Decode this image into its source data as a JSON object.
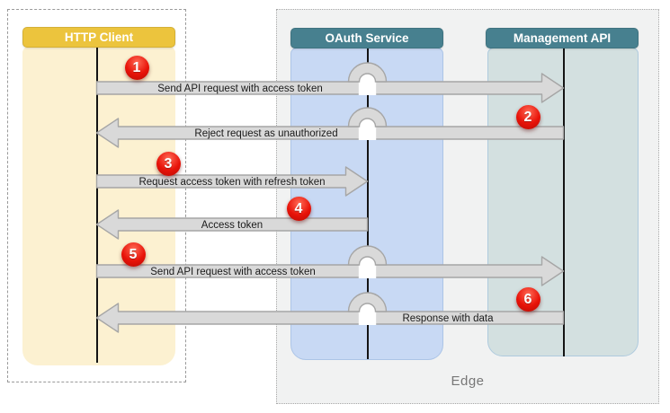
{
  "actors": [
    {
      "id": "http-client",
      "label": "HTTP Client",
      "header_color": "#ECC43D",
      "body_color": "#FCF1D1"
    },
    {
      "id": "oauth-service",
      "label": "OAuth Service",
      "header_color": "#47808F",
      "body_color": "#C8D9F4"
    },
    {
      "id": "management-api",
      "label": "Management API",
      "header_color": "#47808F",
      "body_color": "#D3E0E0"
    }
  ],
  "group": {
    "label": "Edge",
    "background": "#F1F2F2"
  },
  "messages": [
    {
      "step": "1",
      "from": "http-client",
      "to": "management-api",
      "label": "Send API request with access token"
    },
    {
      "step": "2",
      "from": "management-api",
      "to": "http-client",
      "label": "Reject request as unauthorized"
    },
    {
      "step": "3",
      "from": "http-client",
      "to": "oauth-service",
      "label": "Request access token with refresh token"
    },
    {
      "step": "4",
      "from": "oauth-service",
      "to": "http-client",
      "label": "Access token"
    },
    {
      "step": "5",
      "from": "http-client",
      "to": "management-api",
      "label": "Send API request with access token"
    },
    {
      "step": "6",
      "from": "management-api",
      "to": "http-client",
      "label": "Response with data"
    }
  ],
  "colors": {
    "arrow_fill": "#D9D9D9",
    "arrow_stroke": "#A6A6A6",
    "badge_red": "#E81309",
    "label_text": "#1A1A1A",
    "edge_text": "#777777"
  }
}
